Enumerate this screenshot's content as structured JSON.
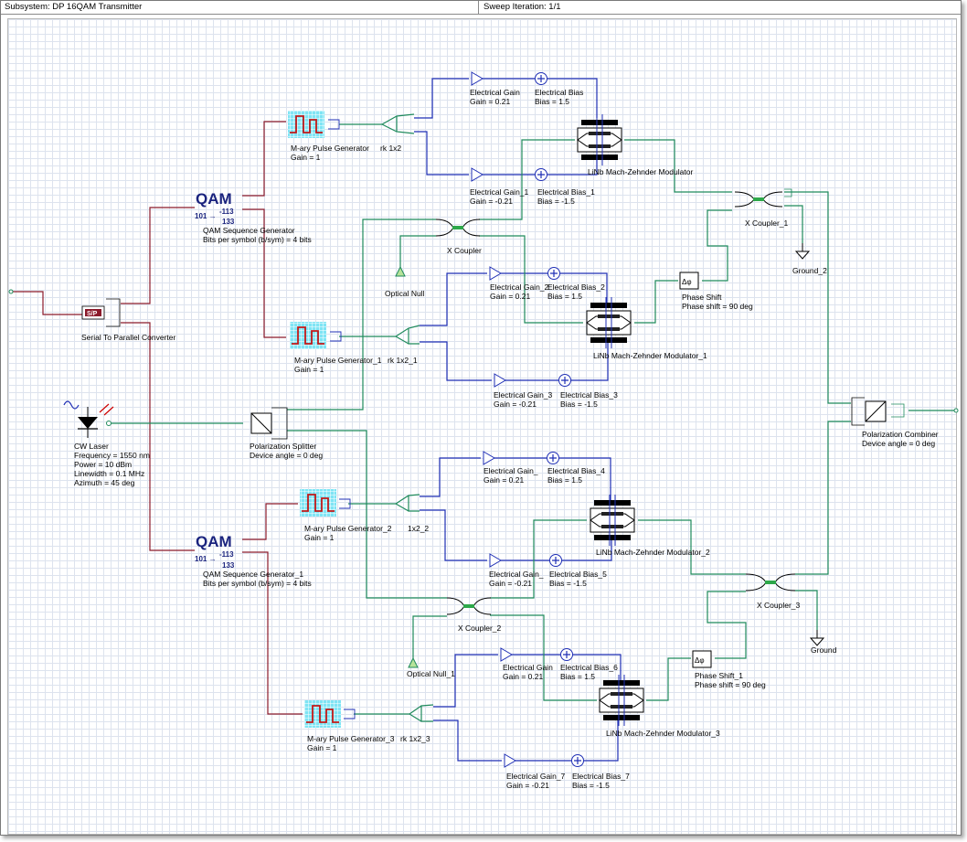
{
  "header": {
    "subsystem": "Subsystem: DP 16QAM Transmitter",
    "sweep": "Sweep Iteration: 1/1"
  },
  "colors": {
    "electrical_binary": "#8b1a2b",
    "electrical_analog": "#1f2fb5",
    "optical": "#1f8a5c",
    "grid": "#dde3ee"
  },
  "components": {
    "sp": {
      "name": "Serial To Parallel Converter",
      "icon_text": "S/P"
    },
    "laser": {
      "name": "CW Laser",
      "p1": "Frequency = 1550  nm",
      "p2": "Power = 10  dBm",
      "p3": "Linewidth = 0.1  MHz",
      "p4": "Azimuth = 45  deg"
    },
    "psplit": {
      "name": "Polarization Splitter",
      "p1": "Device angle = 0  deg"
    },
    "pcomb": {
      "name": "Polarization Combiner",
      "p1": "Device angle = 0  deg"
    },
    "qam1": {
      "icon": "QAM",
      "icon_sub1": "101 →",
      "icon_sub2": "-113",
      "icon_sub3": "133",
      "name": "QAM Sequence Generator",
      "p1": "Bits per symbol (b/sym) = 4  bits"
    },
    "qam2": {
      "icon": "QAM",
      "icon_sub1": "101 →",
      "icon_sub2": "-113",
      "icon_sub3": "133",
      "name": "QAM Sequence Generator_1",
      "p1": "Bits per symbol (b/sym) = 4  bits"
    },
    "mpg1": {
      "name": "M-ary Pulse Generator",
      "p1": "Gain = 1",
      "fork": "rk 1x2"
    },
    "mpg2": {
      "name": "M-ary Pulse Generator_1",
      "p1": "Gain = 1",
      "fork": "rk 1x2_1"
    },
    "mpg3": {
      "name": "M-ary Pulse Generator_2",
      "p1": "Gain = 1",
      "fork": "1x2_2"
    },
    "mpg4": {
      "name": "M-ary Pulse Generator_3",
      "p1": "Gain = 1",
      "fork": "rk 1x2_3"
    },
    "eg0": {
      "name": "Electrical Gain",
      "p1": "Gain = 0.21"
    },
    "eb0": {
      "name": "Electrical Bias",
      "p1": "Bias = 1.5"
    },
    "eg1": {
      "name": "Electrical Gain_1",
      "p1": "Gain = -0.21"
    },
    "eb1": {
      "name": "Electrical Bias_1",
      "p1": "Bias = -1.5"
    },
    "eg2": {
      "name": "Electrical Gain_2",
      "p1": "Gain = 0.21"
    },
    "eb2": {
      "name": "Electrical Bias_2",
      "p1": "Bias = 1.5"
    },
    "eg3": {
      "name": "Electrical Gain_3",
      "p1": "Gain = -0.21"
    },
    "eb3": {
      "name": "Electrical Bias_3",
      "p1": "Bias = -1.5"
    },
    "eg4": {
      "name": "Electrical Gain_",
      "p1": "Gain = 0.21"
    },
    "eb4": {
      "name": "Electrical Bias_4",
      "p1": "Bias = 1.5"
    },
    "eg5": {
      "name": "Electrical Gain_",
      "p1": "Gain = -0.21"
    },
    "eb5": {
      "name": "Electrical Bias_5",
      "p1": "Bias = -1.5"
    },
    "eg6": {
      "name": "Electrical Gain",
      "p1": "Gain = 0.21"
    },
    "eb6": {
      "name": "Electrical Bias_6",
      "p1": "Bias = 1.5"
    },
    "eg7": {
      "name": "Electrical Gain_7",
      "p1": "Gain = -0.21"
    },
    "eb7": {
      "name": "Electrical Bias_7",
      "p1": "Bias = -1.5"
    },
    "mzm0": {
      "name": "LiNb Mach-Zehnder Modulator"
    },
    "mzm1": {
      "name": "LiNb Mach-Zehnder Modulator_1"
    },
    "mzm2": {
      "name": "LiNb Mach-Zehnder Modulator_2"
    },
    "mzm3": {
      "name": "LiNb Mach-Zehnder Modulator_3"
    },
    "xc0": {
      "name": "X Coupler"
    },
    "xc1": {
      "name": "X Coupler_1"
    },
    "xc2": {
      "name": "X Coupler_2"
    },
    "xc3": {
      "name": "X Coupler_3"
    },
    "on0": {
      "name": "Optical Null"
    },
    "on1": {
      "name": "Optical Null_1"
    },
    "gnd2": {
      "name": "Ground_2"
    },
    "gnd": {
      "name": "Ground"
    },
    "ps0": {
      "name": "Phase Shift",
      "p1": "Phase shift = 90  deg",
      "icon": "Δφ"
    },
    "ps1": {
      "name": "Phase Shift_1",
      "p1": "Phase shift = 90  deg",
      "icon": "Δφ"
    }
  }
}
